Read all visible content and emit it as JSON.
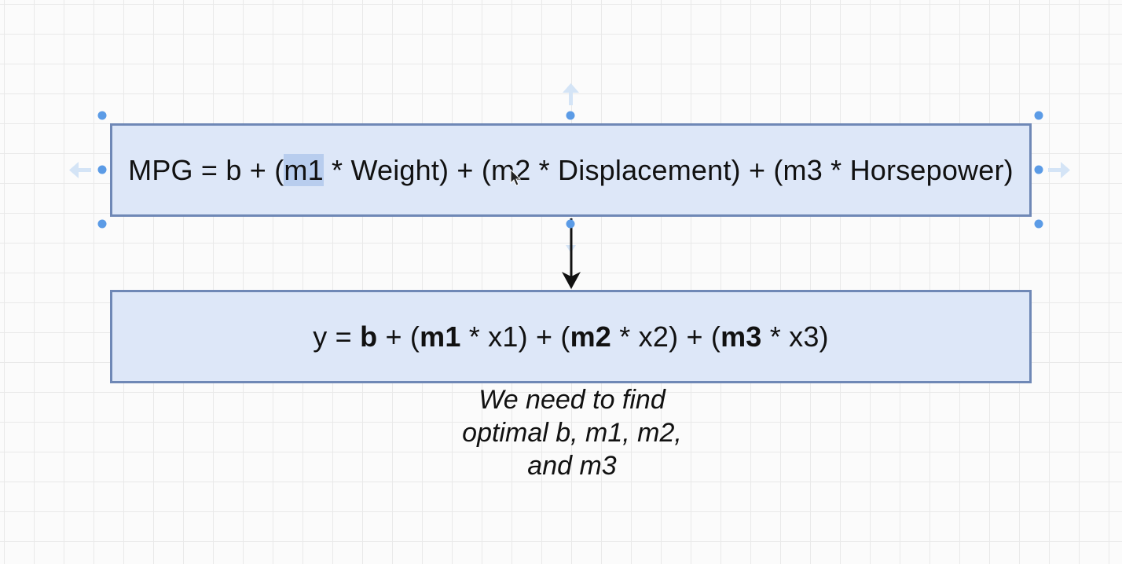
{
  "canvas": {
    "grid": true,
    "background": "#fbfbfb"
  },
  "colors": {
    "box_fill": "#dde7f8",
    "box_border": "#6f88b6",
    "selection_handle": "#5b9be6",
    "text_highlight": "#b8cdee"
  },
  "top_box": {
    "selected": true,
    "highlighted_text": "m1",
    "parts": {
      "p1": "MPG = b + (",
      "hl": "m1",
      "p2": " * Weight) + (m2 * Displacement) + (m3 * Horsepower)"
    }
  },
  "connector": {
    "from": "top_box",
    "to": "bottom_box",
    "arrow": "arrow-down-icon"
  },
  "bottom_box": {
    "parts": {
      "t1": "y = ",
      "b": "b",
      "t2": " + (",
      "m1": "m1",
      "t3": " * x1) + (",
      "m2": "m2",
      "t4": " * x2) + (",
      "m3": "m3",
      "t5": " * x3)"
    }
  },
  "note": {
    "lines": [
      "We need to find",
      "optimal b, m1, m2,",
      "and m3"
    ]
  },
  "icons": {
    "cursor": "mouse-pointer-icon",
    "hover_arrows": [
      "arrow-up-icon",
      "arrow-left-icon",
      "arrow-right-icon",
      "arrow-down-icon"
    ]
  }
}
